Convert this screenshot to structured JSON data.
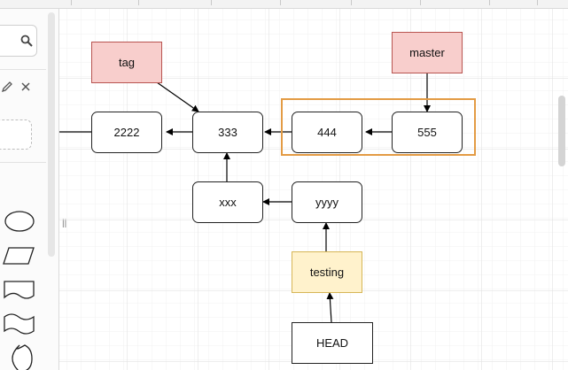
{
  "sidebar": {
    "icons": [
      "search-icon",
      "pencil-icon",
      "close-icon"
    ],
    "shapes": [
      "ellipse-shape-icon",
      "parallelogram-shape-icon",
      "document-shape-icon",
      "tape-shape-icon",
      "moon-shape-icon"
    ]
  },
  "diagram": {
    "nodes": {
      "tag": "tag",
      "master": "master",
      "n2222": "2222",
      "n333": "333",
      "n444": "444",
      "n555": "555",
      "xxx": "xxx",
      "yyyy": "yyyy",
      "testing": "testing",
      "head": "HEAD"
    },
    "colors": {
      "label_fill": "#f8cecc",
      "label_stroke": "#b85450",
      "branch_fill": "#fff2cc",
      "branch_stroke": "#d6b656",
      "group_stroke": "#e39b44"
    }
  },
  "panel_divider": "||"
}
